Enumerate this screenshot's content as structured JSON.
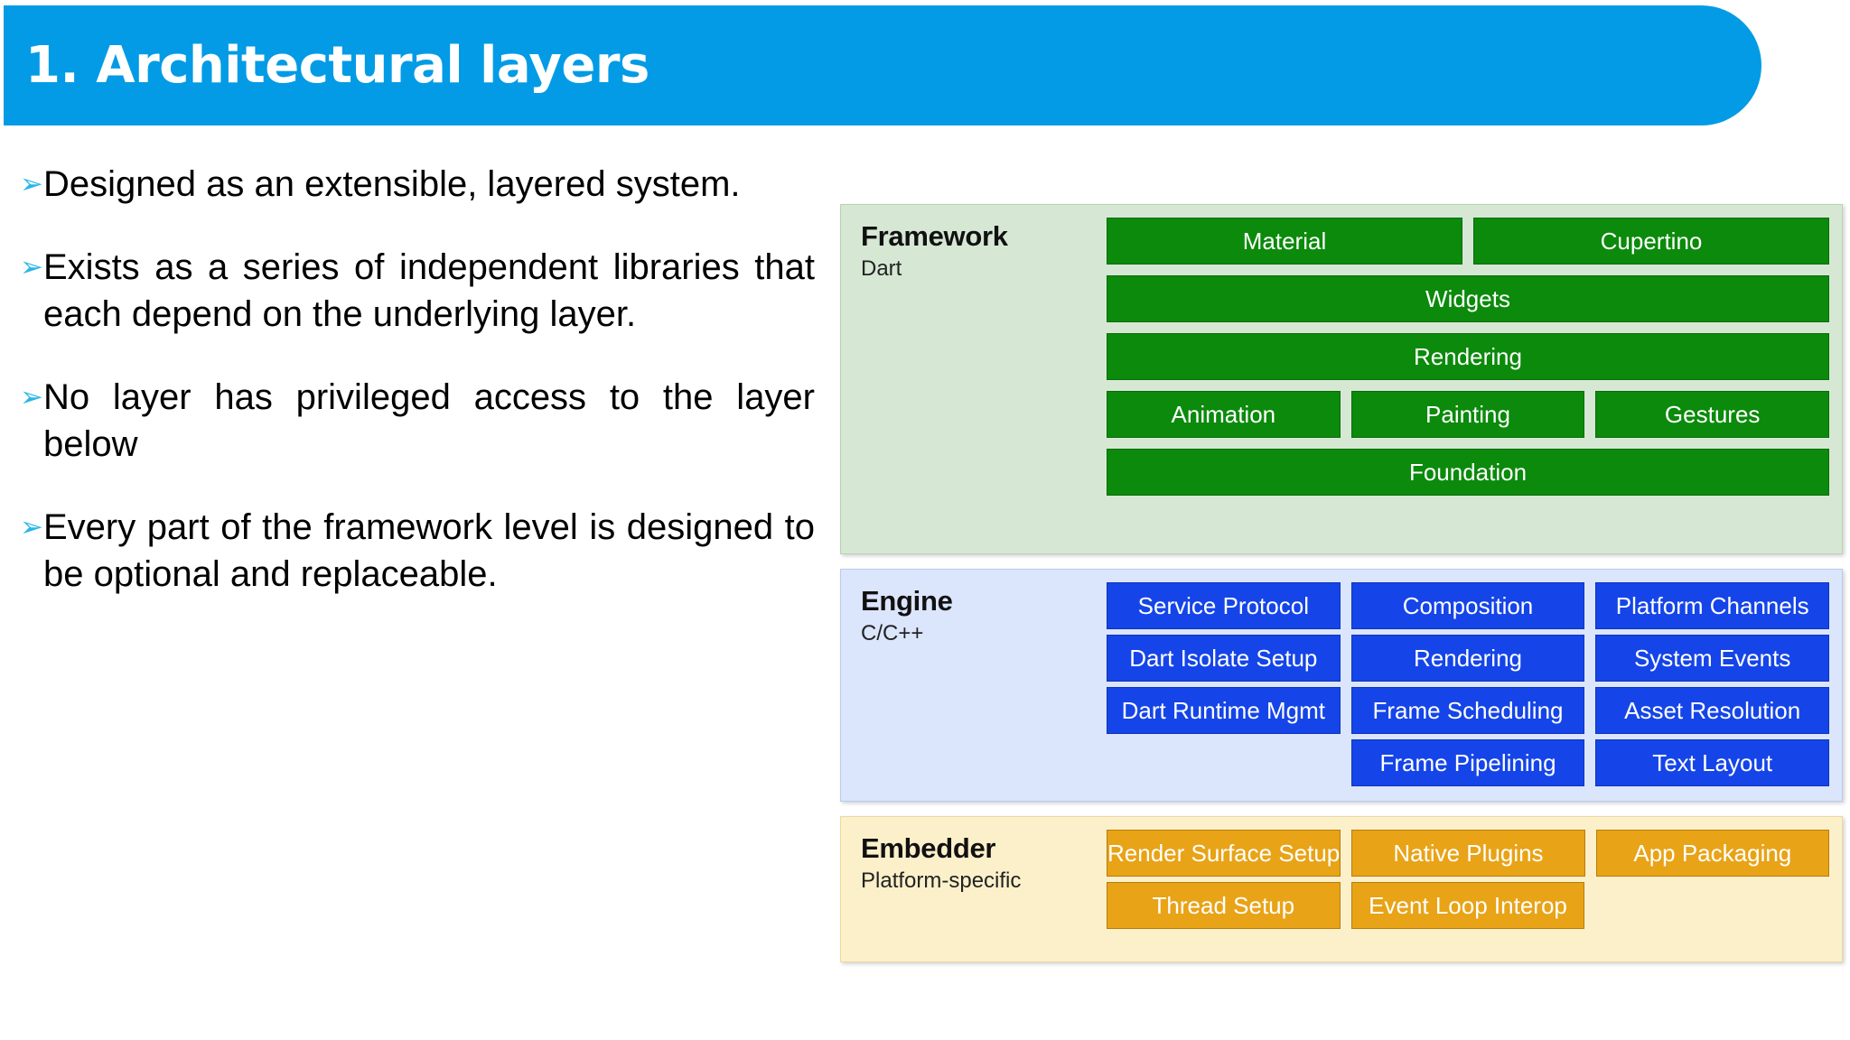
{
  "slide": {
    "title": "1. Architectural layers",
    "banner_color": "#039be5",
    "title_color": "#ffffff"
  },
  "bullets": {
    "marker_glyph": "➢",
    "marker_color": "#29b6e8",
    "items": [
      {
        "text": "Designed as an extensible, layered system."
      },
      {
        "text": "Exists as a series of independent libraries that each depend on the underlying layer."
      },
      {
        "text": "No layer has privileged access to the layer below"
      },
      {
        "text": "Every part of the framework level is designed to be optional and replaceable."
      }
    ]
  },
  "diagram": {
    "layers": [
      {
        "id": "framework",
        "name": "Framework",
        "sublabel": "Dart",
        "panel_color": "#d6e8d4",
        "cell_color": "#0b8a0b",
        "rows": [
          [
            {
              "label": "Material",
              "width": "half"
            },
            {
              "label": "Cupertino",
              "width": "half"
            }
          ],
          [
            {
              "label": "Widgets",
              "width": "full"
            }
          ],
          [
            {
              "label": "Rendering",
              "width": "full"
            }
          ],
          [
            {
              "label": "Animation",
              "width": "third"
            },
            {
              "label": "Painting",
              "width": "third"
            },
            {
              "label": "Gestures",
              "width": "third"
            }
          ],
          [
            {
              "label": "Foundation",
              "width": "full"
            }
          ]
        ]
      },
      {
        "id": "engine",
        "name": "Engine",
        "sublabel": "C/C++",
        "panel_color": "#dbe5fb",
        "cell_color": "#1545e8",
        "rows": [
          [
            {
              "label": "Service Protocol",
              "width": "third"
            },
            {
              "label": "Composition",
              "width": "third"
            },
            {
              "label": "Platform Channels",
              "width": "third"
            }
          ],
          [
            {
              "label": "Dart Isolate Setup",
              "width": "third"
            },
            {
              "label": "Rendering",
              "width": "third"
            },
            {
              "label": "System Events",
              "width": "third"
            }
          ],
          [
            {
              "label": "Dart Runtime Mgmt",
              "width": "third"
            },
            {
              "label": "Frame Scheduling",
              "width": "third"
            },
            {
              "label": "Asset Resolution",
              "width": "third"
            }
          ],
          [
            {
              "label": "",
              "width": "third",
              "spacer": true
            },
            {
              "label": "Frame Pipelining",
              "width": "third"
            },
            {
              "label": "Text Layout",
              "width": "third"
            }
          ]
        ]
      },
      {
        "id": "embedder",
        "name": "Embedder",
        "sublabel": "Platform-specific",
        "panel_color": "#fcf0ca",
        "cell_color": "#e8a317",
        "rows": [
          [
            {
              "label": "Render Surface Setup",
              "width": "third"
            },
            {
              "label": "Native Plugins",
              "width": "third"
            },
            {
              "label": "App Packaging",
              "width": "third"
            }
          ],
          [
            {
              "label": "Thread Setup",
              "width": "third"
            },
            {
              "label": "Event Loop Interop",
              "width": "third"
            },
            {
              "label": "",
              "width": "third",
              "spacer": true
            }
          ]
        ]
      }
    ]
  }
}
